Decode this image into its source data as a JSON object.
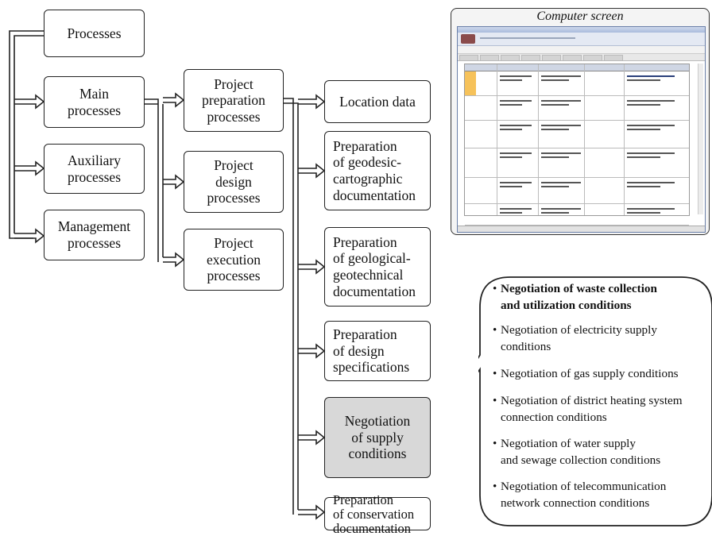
{
  "column1": [
    {
      "label": "Processes",
      "highlight": false
    },
    {
      "label": "Main\nprocesses",
      "highlight": true
    },
    {
      "label": "Auxiliary\nprocesses",
      "highlight": false
    },
    {
      "label": "Management\nprocesses",
      "highlight": false
    }
  ],
  "column2": [
    {
      "label": "Project\npreparation\nprocesses",
      "highlight": true
    },
    {
      "label": "Project\ndesign\nprocesses",
      "highlight": false
    },
    {
      "label": "Project\nexecution\nprocesses",
      "highlight": false
    }
  ],
  "column3": [
    {
      "label": "Location data",
      "highlight": false
    },
    {
      "label": "Preparation\nof geodesic-\ncartographic\ndocumentation",
      "highlight": false
    },
    {
      "label": "Preparation\nof geological-\ngeotechnical\ndocumentation",
      "highlight": false
    },
    {
      "label": "Preparation\nof design\nspecifications",
      "highlight": false
    },
    {
      "label": "Negotiation\nof supply\nconditions",
      "highlight": true
    },
    {
      "label": "Preparation\nof conservation\ndocumentation",
      "highlight": false
    }
  ],
  "screen": {
    "title": "Computer screen"
  },
  "callout": {
    "bullet": "•",
    "items": [
      {
        "text": "Negotiation of waste collection\nand utilization conditions",
        "bold": true
      },
      {
        "text": "Negotiation of electricity supply\nconditions",
        "bold": false
      },
      {
        "text": "Negotiation of gas supply conditions",
        "bold": false
      },
      {
        "text": "Negotiation of district heating system\nconnection conditions",
        "bold": false
      },
      {
        "text": "Negotiation of water supply\nand sewage collection conditions",
        "bold": false
      },
      {
        "text": "Negotiation of telecommunication\nnetwork connection conditions",
        "bold": false
      }
    ]
  },
  "colors": {
    "highlight": "#d8d8d8",
    "stroke": "#222222",
    "screen_row": "#f6c25a"
  }
}
